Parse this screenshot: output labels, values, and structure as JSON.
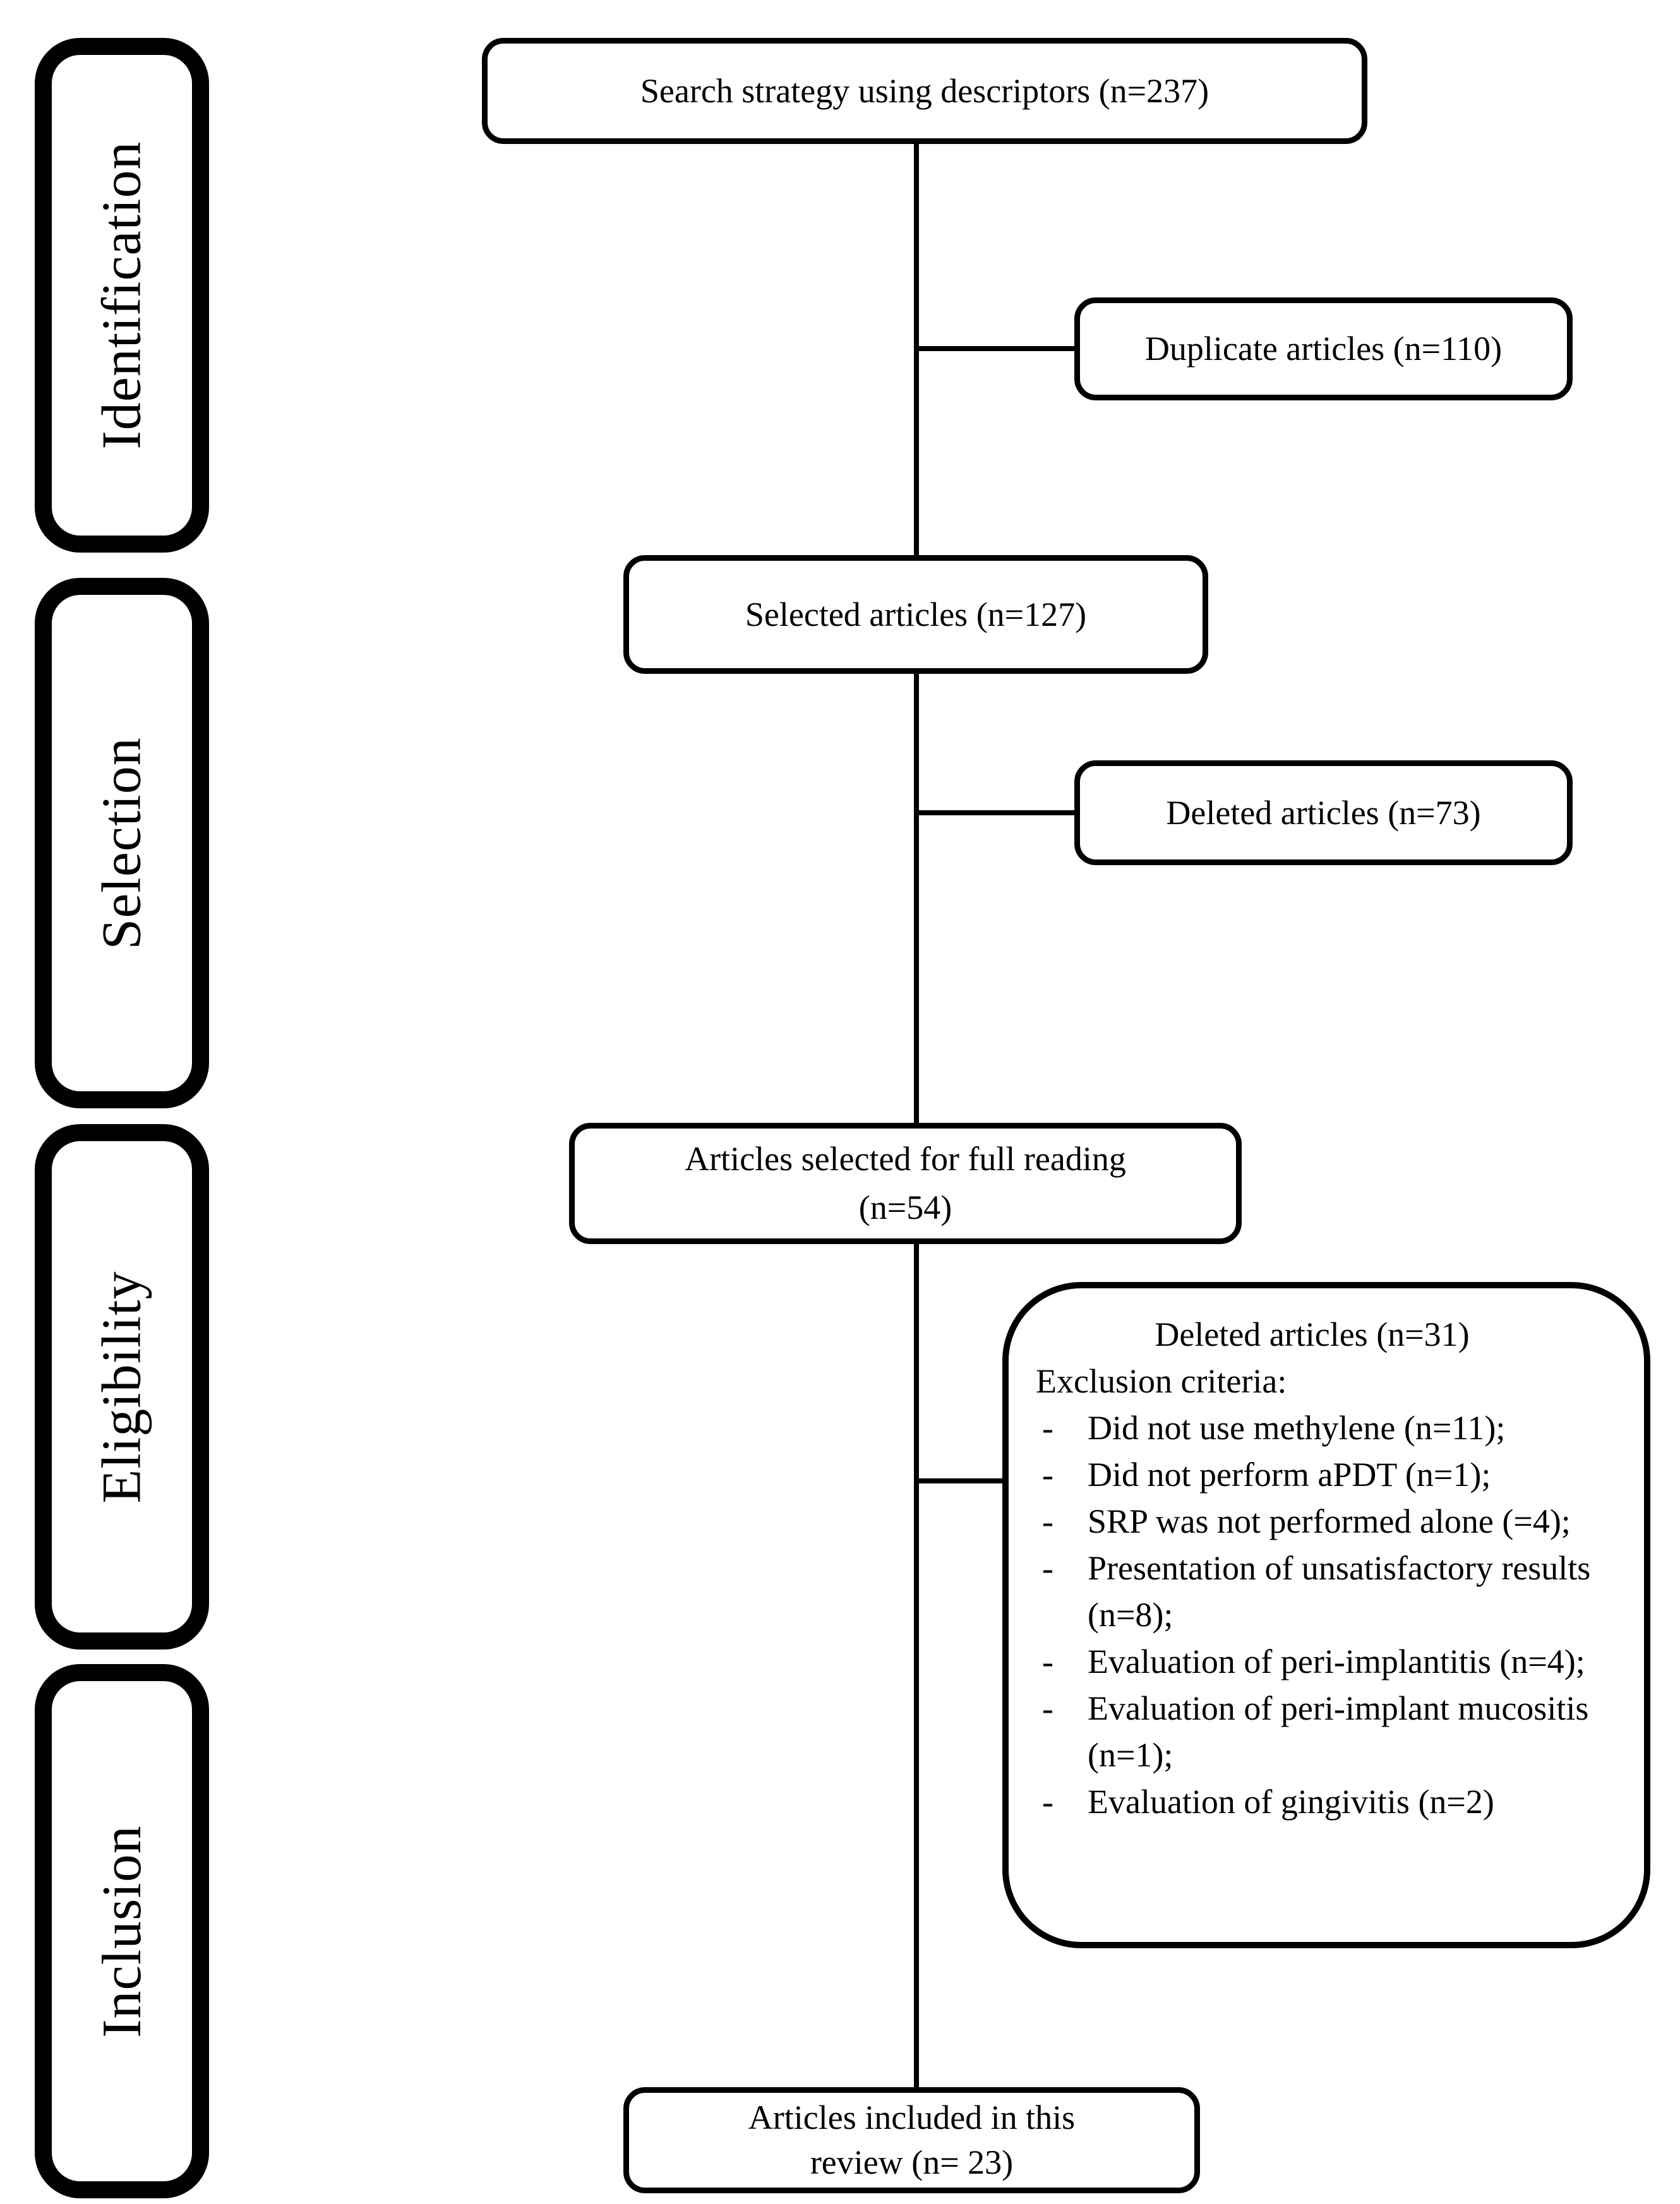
{
  "stages": {
    "identification": "Identification",
    "selection": "Selection",
    "eligibility": "Eligibility",
    "inclusion": "Inclusion"
  },
  "boxes": {
    "search": {
      "text": "Search strategy using descriptors (n=237)"
    },
    "duplicates": {
      "text": "Duplicate articles (n=110)"
    },
    "selected": {
      "text": "Selected articles (n=127)"
    },
    "deleted": {
      "text": "Deleted articles (n=73)"
    },
    "full_reading": {
      "line1": "Articles selected for full reading",
      "line2": "(n=54)"
    },
    "excluded": {
      "title": "Deleted articles (n=31)",
      "subtitle": "Exclusion criteria:",
      "items": [
        {
          "dash": "-",
          "text": "Did not use methylene (n=11);"
        },
        {
          "dash": "-",
          "text": "Did not perform aPDT (n=1);"
        },
        {
          "dash": "-",
          "text": "SRP was not performed alone (=4);"
        },
        {
          "dash": "-",
          "text": "Presentation of unsatisfactory results (n=8);"
        },
        {
          "dash": "-",
          "text": "Evaluation of peri-implantitis (n=4);"
        },
        {
          "dash": "-",
          "text": "Evaluation of peri-implant mucositis (n=1);"
        },
        {
          "dash": "-",
          "text": "Evaluation of gingivitis (n=2)"
        }
      ]
    },
    "included": {
      "line1": "Articles included in this",
      "line2": "review (n= 23)"
    }
  },
  "colors": {
    "background": "#ffffff",
    "line": "#000000",
    "text": "#000000"
  }
}
